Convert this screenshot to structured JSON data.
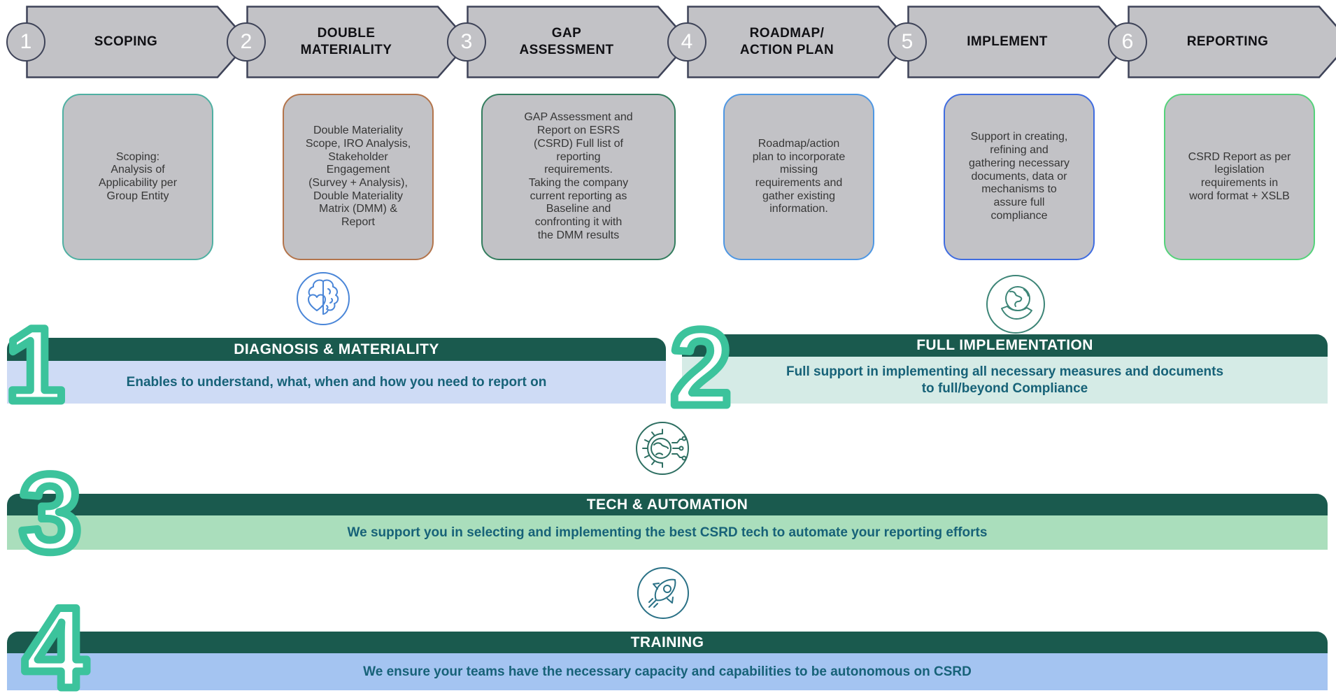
{
  "colors": {
    "chevron_fill": "#c2c2c6",
    "chevron_border": "#3e4358",
    "header_bar": "#1a5a4e",
    "number_outline": "#3cc39c",
    "banner_text_color": "#176278"
  },
  "process": {
    "steps": [
      {
        "number": "1",
        "label": "SCOPING",
        "description": "Scoping:\nAnalysis of\nApplicability per\nGroup Entity",
        "border_color": "#4fb0a2"
      },
      {
        "number": "2",
        "label": "DOUBLE\nMATERIALITY",
        "description": "Double Materiality\nScope, IRO Analysis,\nStakeholder\nEngagement\n(Survey + Analysis),\nDouble Materiality\nMatrix (DMM) &\nReport",
        "border_color": "#b3744b"
      },
      {
        "number": "3",
        "label": "GAP\nASSESSMENT",
        "description": "GAP Assessment and\nReport on ESRS\n(CSRD) Full list of\nreporting\nrequirements.\nTaking the company\ncurrent reporting as\nBaseline and\nconfronting it with\nthe DMM results",
        "border_color": "#337d5e"
      },
      {
        "number": "4",
        "label": "ROADMAP/\nACTION PLAN",
        "description": "Roadmap/action\nplan to incorporate\nmissing\nrequirements and\ngather existing\ninformation.",
        "border_color": "#4e97e3"
      },
      {
        "number": "5",
        "label": "IMPLEMENT",
        "description": "Support in creating,\nrefining and\ngathering necessary\ndocuments, data or\nmechanisms to\nassure full\ncompliance",
        "border_color": "#3f6ce0"
      },
      {
        "number": "6",
        "label": "REPORTING",
        "description": "CSRD Report as per\nlegislation\nrequirements in\nword format + XSLB",
        "border_color": "#54d27a"
      }
    ]
  },
  "sections": [
    {
      "number": "1",
      "title": "DIAGNOSIS & MATERIALITY",
      "text": "Enables to understand, what, when and how you need to report on",
      "body_bg": "#cedbf5",
      "icon": "heart-brain-icon"
    },
    {
      "number": "2",
      "title": "FULL IMPLEMENTATION",
      "text": "Full support in implementing all necessary measures and documents to full/beyond Compliance",
      "body_bg": "#d5ebe6",
      "icon": "globe-in-hand-icon"
    },
    {
      "number": "3",
      "title": "TECH & AUTOMATION",
      "text": "We support you in selecting and implementing the best CSRD tech to automate your reporting efforts",
      "body_bg": "#aadebc",
      "icon": "tech-globe-icon"
    },
    {
      "number": "4",
      "title": "TRAINING",
      "text": "We ensure your teams have the necessary capacity and capabilities to be autonomous on CSRD",
      "body_bg": "#a4c4f1",
      "icon": "rocket-icon"
    }
  ]
}
